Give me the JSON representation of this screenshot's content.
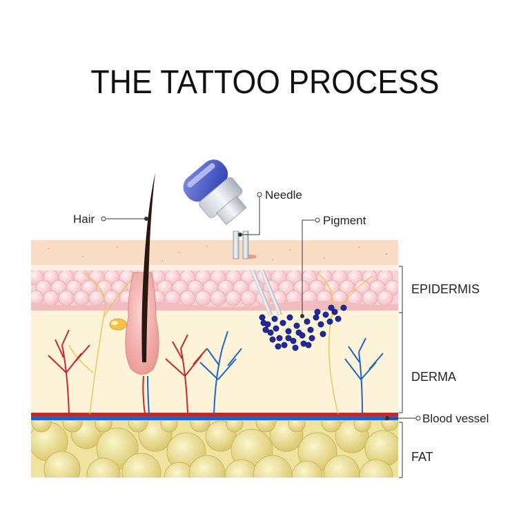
{
  "title": "THE TATTOO PROCESS",
  "labels": {
    "hair": "Hair",
    "needle": "Needle",
    "pigment": "Pigment",
    "epidermis": "EPIDERMIS",
    "derma": "DERMA",
    "blood_vessel": "Blood vessel",
    "fat": "FAT"
  },
  "colors": {
    "skin_surface": "#f9dcc4",
    "epidermis": "#f8d3d3",
    "derma": "#fdf3d8",
    "fat": "#e9dc8a",
    "artery": "#c62828",
    "vein": "#1e63c9",
    "pigment": "#1f2a9c",
    "nerve": "#e7c95c"
  }
}
